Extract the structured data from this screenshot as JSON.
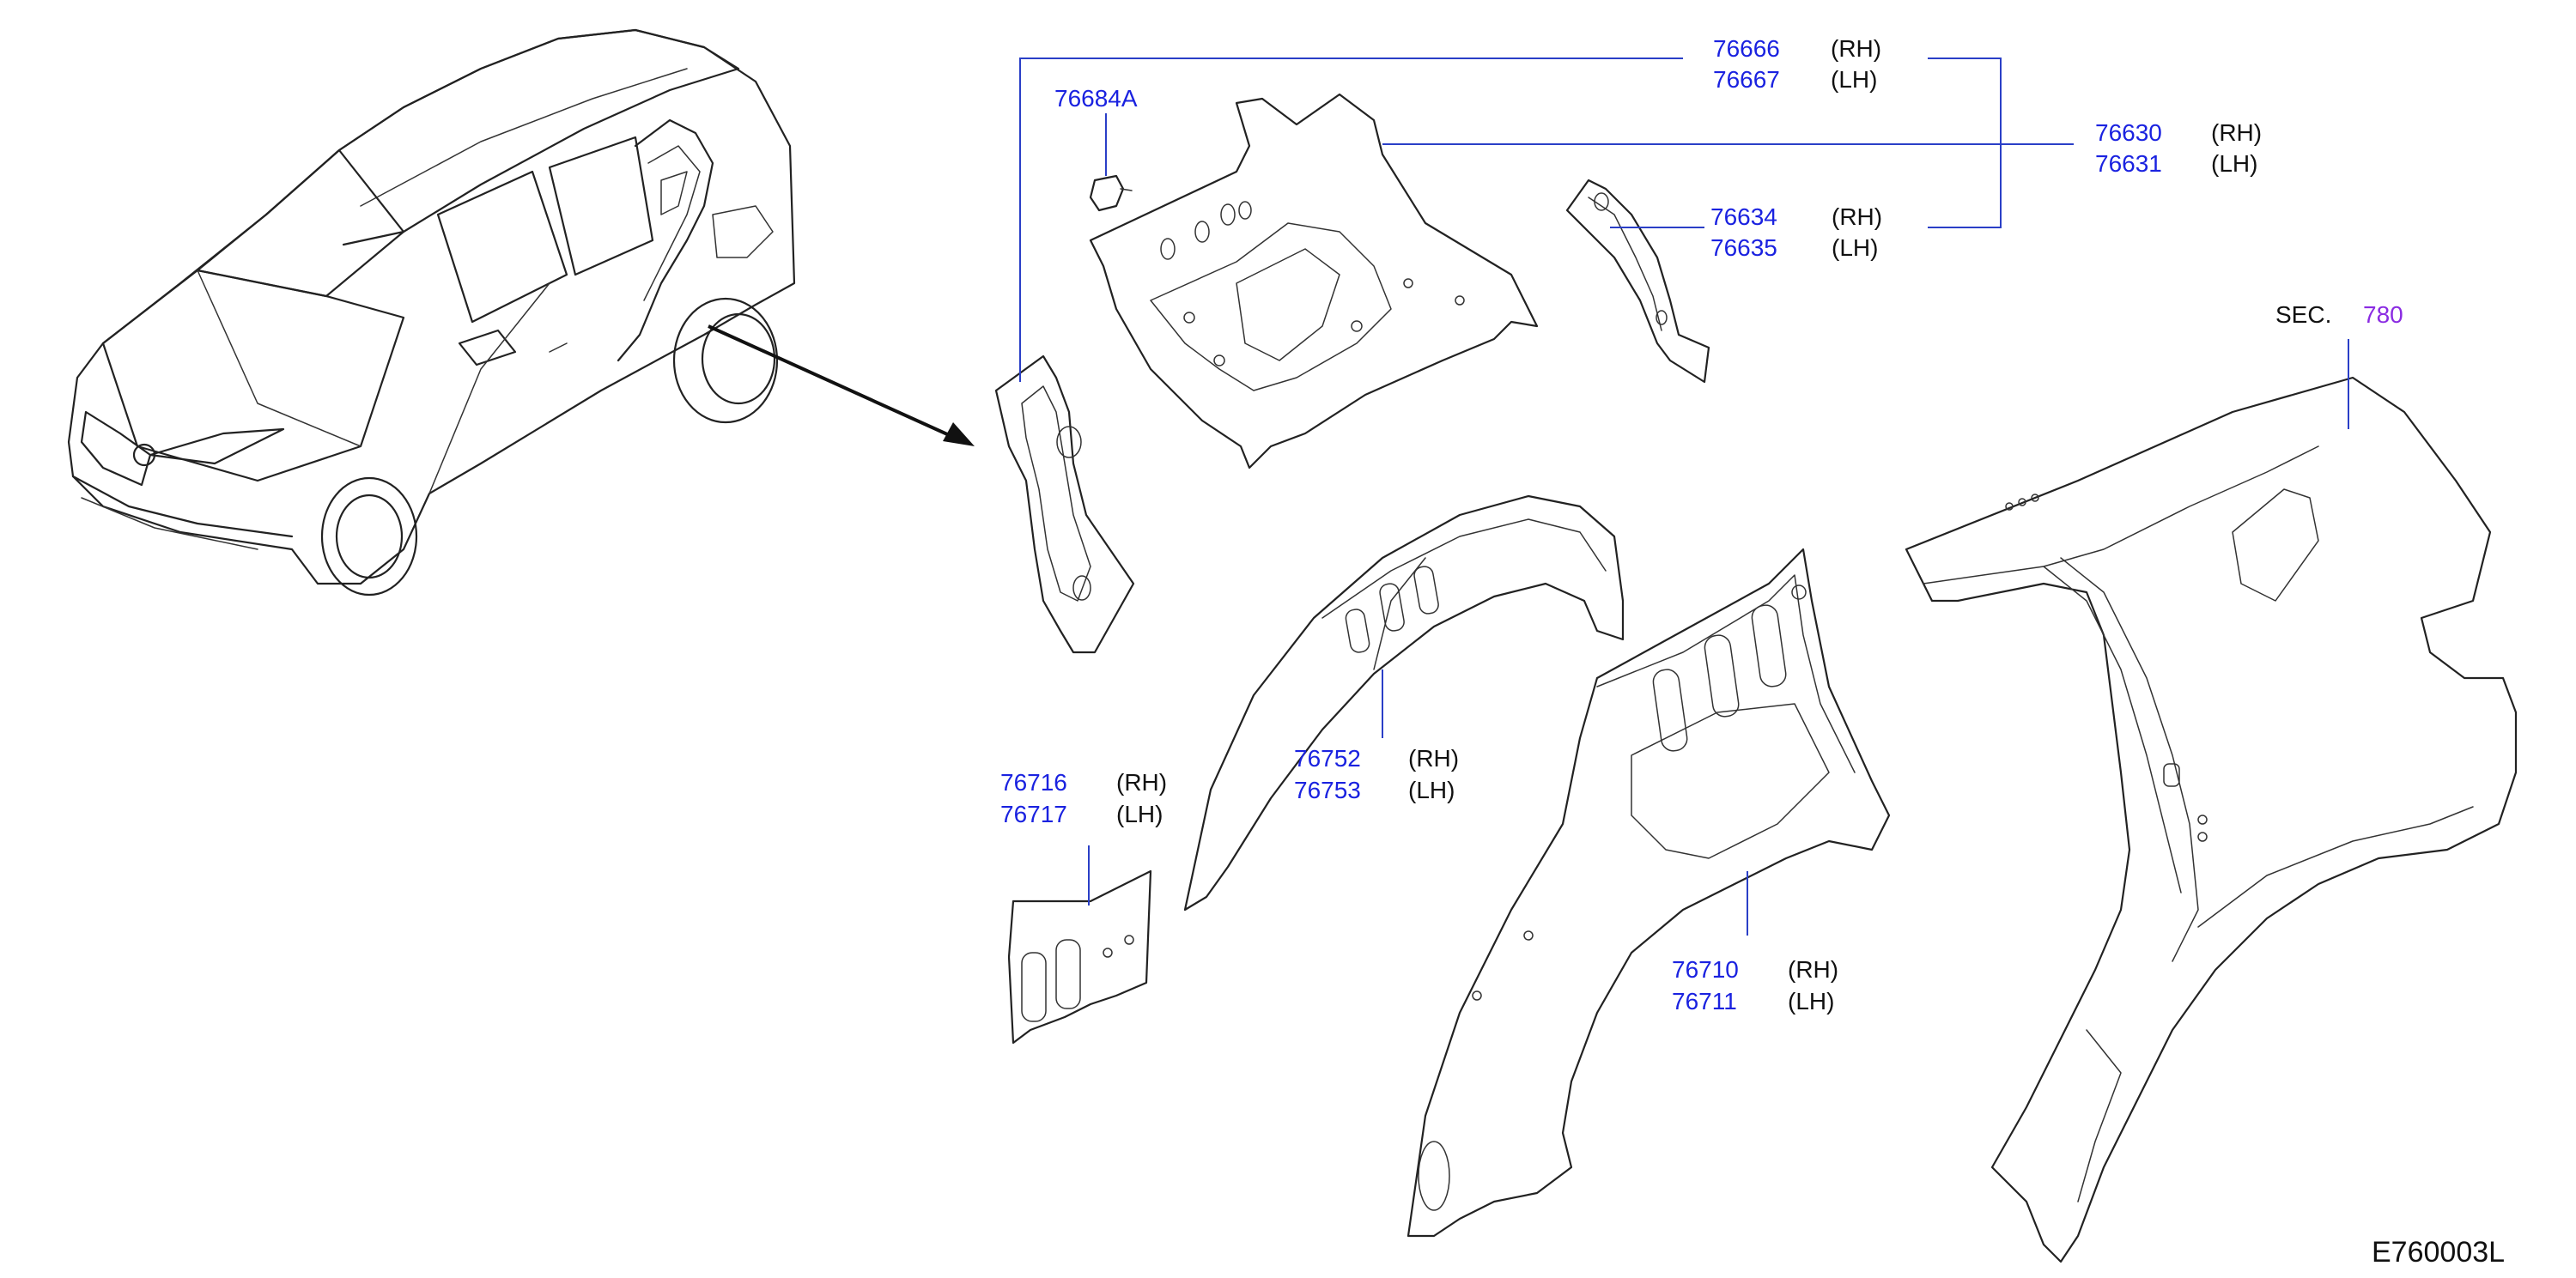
{
  "diagram": {
    "code": "E760003L",
    "section": {
      "prefix": "SEC.",
      "number": "780"
    },
    "side_labels": {
      "rh": "(RH)",
      "lh": "(LH)"
    },
    "callouts": [
      {
        "id": "c76666",
        "rh": "76666",
        "lh": "76667"
      },
      {
        "id": "c76684A",
        "single": "76684A"
      },
      {
        "id": "c76630",
        "rh": "76630",
        "lh": "76631"
      },
      {
        "id": "c76634",
        "rh": "76634",
        "lh": "76635"
      },
      {
        "id": "c76752",
        "rh": "76752",
        "lh": "76753"
      },
      {
        "id": "c76716",
        "rh": "76716",
        "lh": "76717"
      },
      {
        "id": "c76710",
        "rh": "76710",
        "lh": "76711"
      }
    ]
  },
  "colors": {
    "part_number": "#1a22e0",
    "section_number": "#8a2be2",
    "leader_line": "#2a3fc7",
    "outline": "#222222"
  }
}
